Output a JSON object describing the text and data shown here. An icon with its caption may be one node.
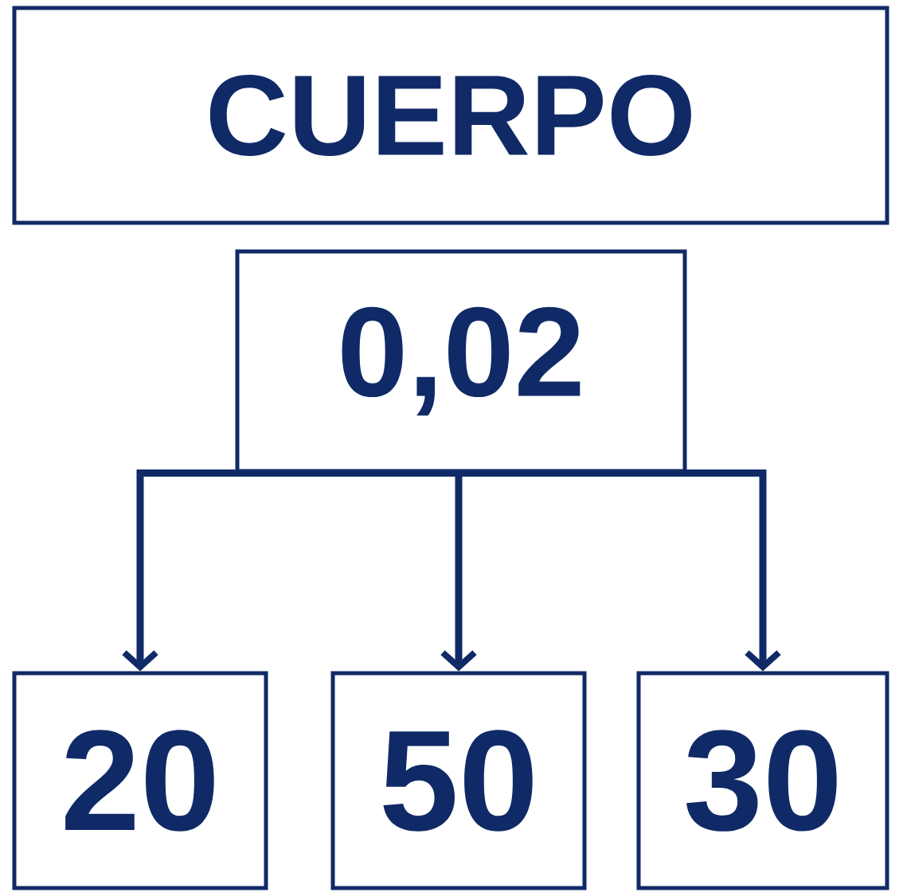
{
  "diagram": {
    "nodes": [
      {
        "text": [
          "CUERPO"
        ]
      },
      {
        "text": [
          "0,02"
        ]
      },
      {
        "text": [
          "20"
        ]
      },
      {
        "text": [
          "50"
        ]
      },
      {
        "text": [
          "30"
        ]
      }
    ],
    "edges": [
      {
        "from": 1,
        "to": 2,
        "arrow": "to"
      },
      {
        "from": 1,
        "to": 3,
        "arrow": "to"
      },
      {
        "from": 1,
        "to": 4,
        "arrow": "to"
      }
    ]
  }
}
